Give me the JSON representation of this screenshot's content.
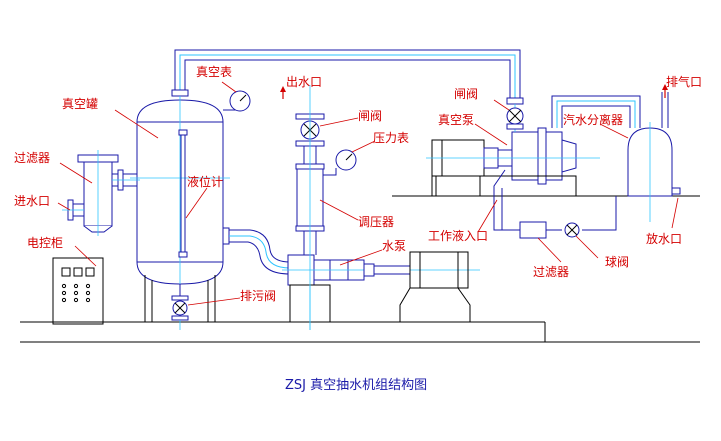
{
  "title": "ZSJ 真空抽水机组结构图",
  "labels": {
    "vacuum_gauge": "真空表",
    "vacuum_tank": "真空罐",
    "filter_left": "过滤器",
    "water_inlet": "进水口",
    "control_cabinet": "电控柜",
    "level_gauge": "液位计",
    "drain_valve": "排污阀",
    "water_outlet": "出水口",
    "gate_valve_left": "闸阀",
    "pressure_gauge": "压力表",
    "pressure_regulator": "调压器",
    "water_pump": "水泵",
    "gate_valve_right": "闸阀",
    "vacuum_pump": "真空泵",
    "steam_water_separator": "汽水分离器",
    "exhaust_outlet": "排气口",
    "working_fluid_inlet": "工作液入口",
    "filter_right": "过滤器",
    "ball_valve": "球阀",
    "water_discharge": "放水口"
  },
  "colors": {
    "label_text": "#d40000",
    "title_text": "#1a1aa8",
    "pipe_outline": "#1a1aa8",
    "pipe_inner": "#2ec5ff"
  }
}
